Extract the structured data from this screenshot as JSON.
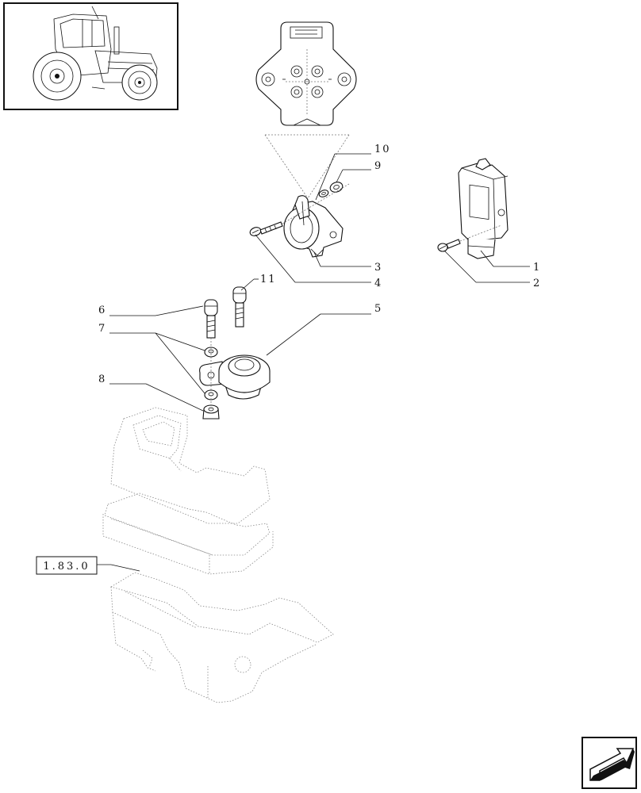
{
  "callouts": {
    "c1": "1",
    "c2": "2",
    "c3": "3",
    "c4": "4",
    "c5": "5",
    "c6": "6",
    "c7": "7",
    "c8": "8",
    "c9": "9",
    "c10": "10",
    "c11": "11"
  },
  "reference_box": {
    "label": "1.83.0"
  },
  "icons": {
    "thumbnail": "tractor-thumbnail-icon",
    "nav": "next-page-arrow-icon"
  }
}
